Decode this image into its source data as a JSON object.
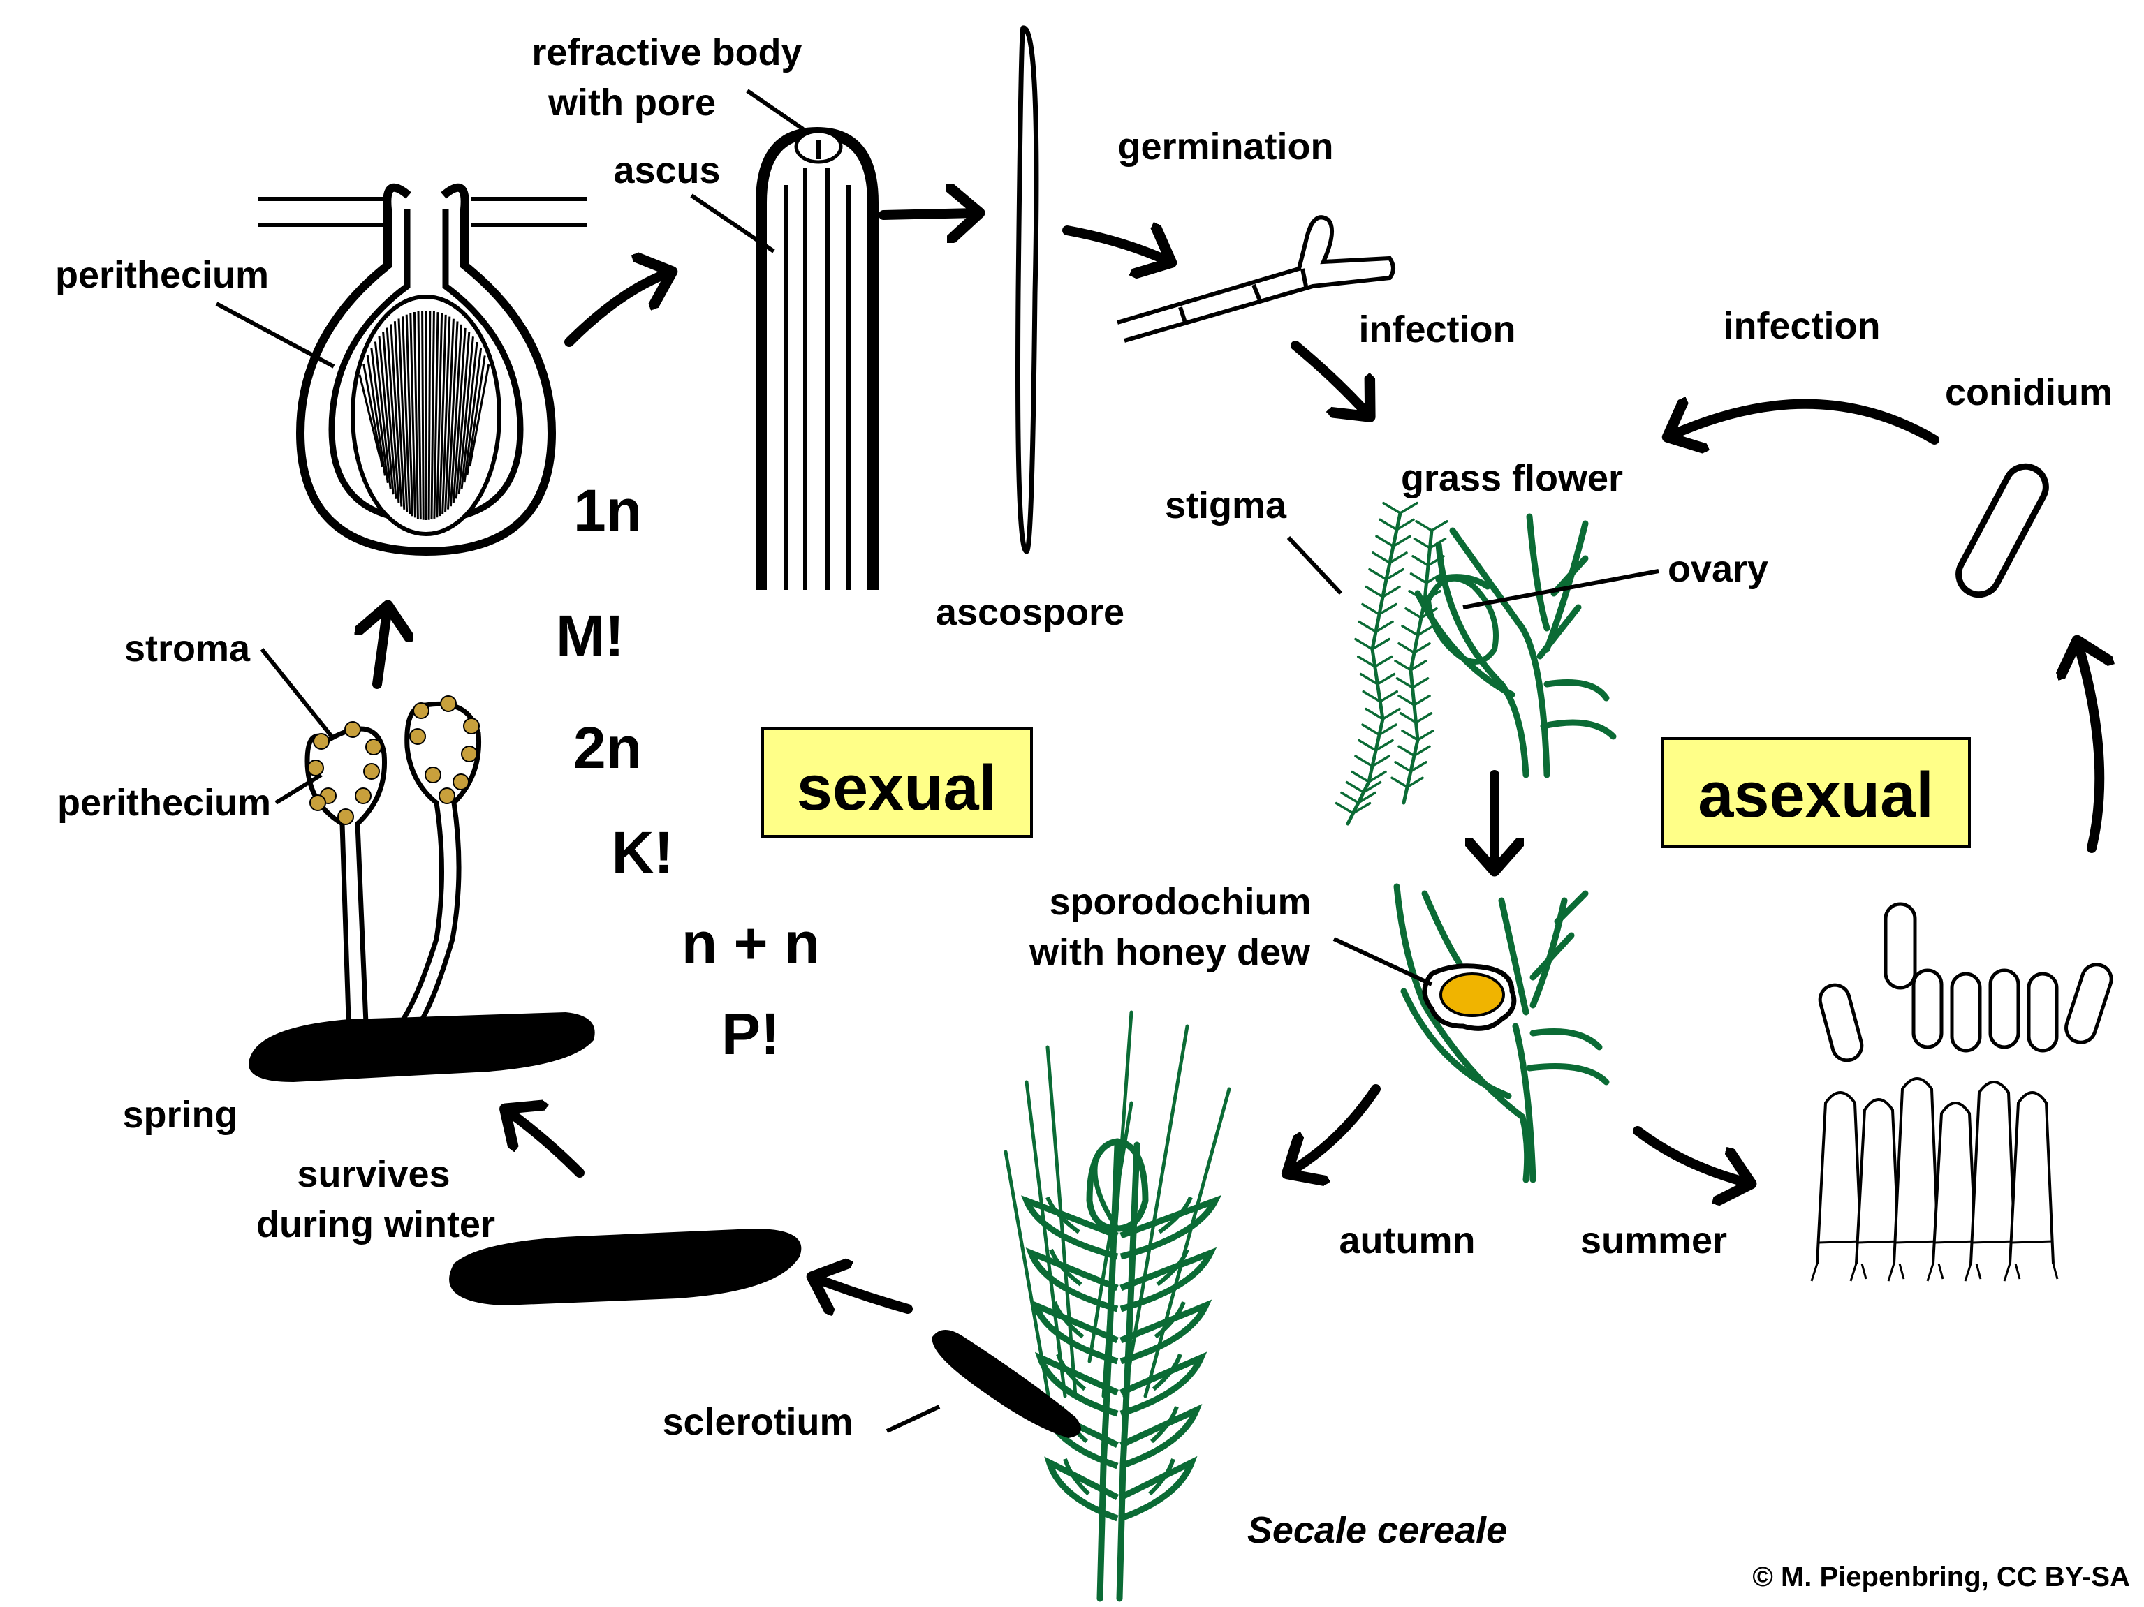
{
  "labels": {
    "refractive_body": "refractive body",
    "with_pore": "with pore",
    "ascus": "ascus",
    "germination": "germination",
    "perithecium_top": "perithecium",
    "infection_left": "infection",
    "infection_right": "infection",
    "conidium": "conidium",
    "grass_flower": "grass flower",
    "stigma": "stigma",
    "ovary": "ovary",
    "ascospore": "ascospore",
    "stroma": "stroma",
    "perithecium_bottom": "perithecium",
    "sporodochium": "sporodochium",
    "honey_dew": "with honey dew",
    "spring": "spring",
    "survives": "survives",
    "during_winter": "during winter",
    "autumn": "autumn",
    "summer": "summer",
    "sclerotium": "sclerotium",
    "species": "Secale cereale",
    "copyright": "© M. Piepenbring, CC BY-SA"
  },
  "phases": {
    "p1": "1n",
    "p2": "M!",
    "p3": "2n",
    "p4": "K!",
    "p5": "n + n",
    "p6": "P!"
  },
  "boxes": {
    "sexual": "sexual",
    "asexual": "asexual"
  },
  "colors": {
    "box_fill": "#ffff88",
    "plant_green": "#0b6b35",
    "spore_gold": "#c8a03c",
    "honeydew": "#f0b400"
  }
}
